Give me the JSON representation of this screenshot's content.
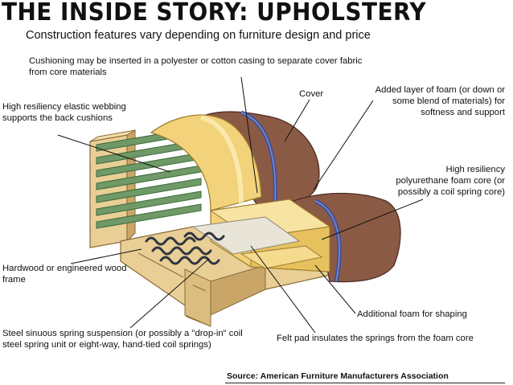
{
  "header": {
    "title": "THE INSIDE STORY: UPHOLSTERY",
    "subtitle": "Construction features vary depending on furniture design and price"
  },
  "callouts": {
    "cushioning": "Cushioning may be inserted in a polyester or cotton casing to separate cover fabric from core materials",
    "cover": "Cover",
    "added_foam": "Added layer of foam (or down or some blend of materials) for softness and support",
    "webbing": "High resiliency elastic webbing supports the back cushions",
    "hr_foam": "High resiliency polyurethane foam core (or possibly a coil spring core)",
    "frame": "Hardwood or engineered wood frame",
    "shaping_foam": "Additional foam for shaping",
    "springs": "Steel sinuous spring suspension (or possibly a \"drop-in\" coil steel spring unit or eight-way, hand-tied coil springs)",
    "felt_pad": "Felt pad insulates the springs from the foam core"
  },
  "footer": {
    "source": "Source:  American Furniture Manufacturers Association"
  },
  "colors": {
    "cover_brown": "#8a5a44",
    "cover_dark": "#6e4535",
    "piping_blue": "#3c4fa0",
    "foam_yellow": "#f2d27a",
    "wood": "#e9cf96",
    "wood_dark": "#b8935a",
    "webbing_green": "#5f8a5a",
    "spring_steel": "#2f3640"
  }
}
